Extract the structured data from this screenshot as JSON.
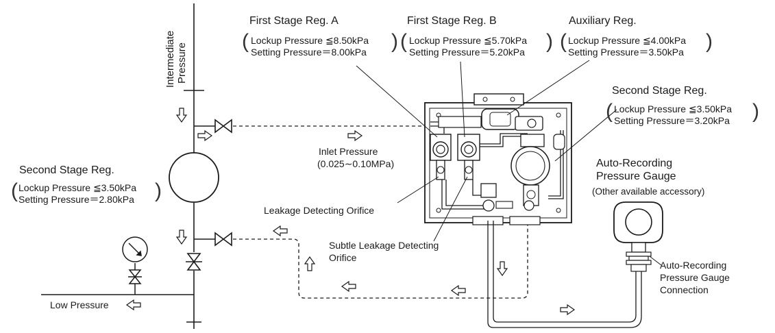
{
  "labels": {
    "intermediate_pressure": [
      "Intermediate",
      "Pressure"
    ],
    "low_pressure": "Low Pressure",
    "inlet_pressure": [
      "Inlet Pressure",
      "(0.025∼0.10MPa)"
    ],
    "leakage_orifice": "Leakage Detecting Orifice",
    "subtle_leakage_orifice": [
      "Subtle Leakage Detecting",
      "Orifice"
    ],
    "auto_gauge_title": [
      "Auto-Recording",
      "Pressure Gauge"
    ],
    "auto_gauge_note": "(Other available accessory)",
    "gauge_connection": [
      "Auto-Recording",
      "Pressure Gauge",
      "Connection"
    ]
  },
  "regulators": {
    "first_stage_a": {
      "title": "First Stage Reg. A",
      "lockup": "Lockup Pressure ≦8.50kPa",
      "setting": "Setting Pressure＝8.00kPa"
    },
    "first_stage_b": {
      "title": "First Stage Reg. B",
      "lockup": "Lockup Pressure ≦5.70kPa",
      "setting": "Setting Pressure＝5.20kPa"
    },
    "auxiliary": {
      "title": "Auxiliary Reg.",
      "lockup": "Lockup Pressure ≦4.00kPa",
      "setting": "Setting Pressure＝3.50kPa"
    },
    "second_stage_panel": {
      "title": "Second Stage Reg.",
      "lockup": "Lockup Pressure ≦3.50kPa",
      "setting": "Setting Pressure＝3.20kPa"
    },
    "second_stage_line": {
      "title": "Second Stage Reg.",
      "lockup": "Lockup Pressure ≦3.50kPa",
      "setting": "Setting Pressure＝2.80kPa"
    }
  },
  "colors": {
    "line": "#1a1a1a",
    "fill": "#ffffff"
  }
}
